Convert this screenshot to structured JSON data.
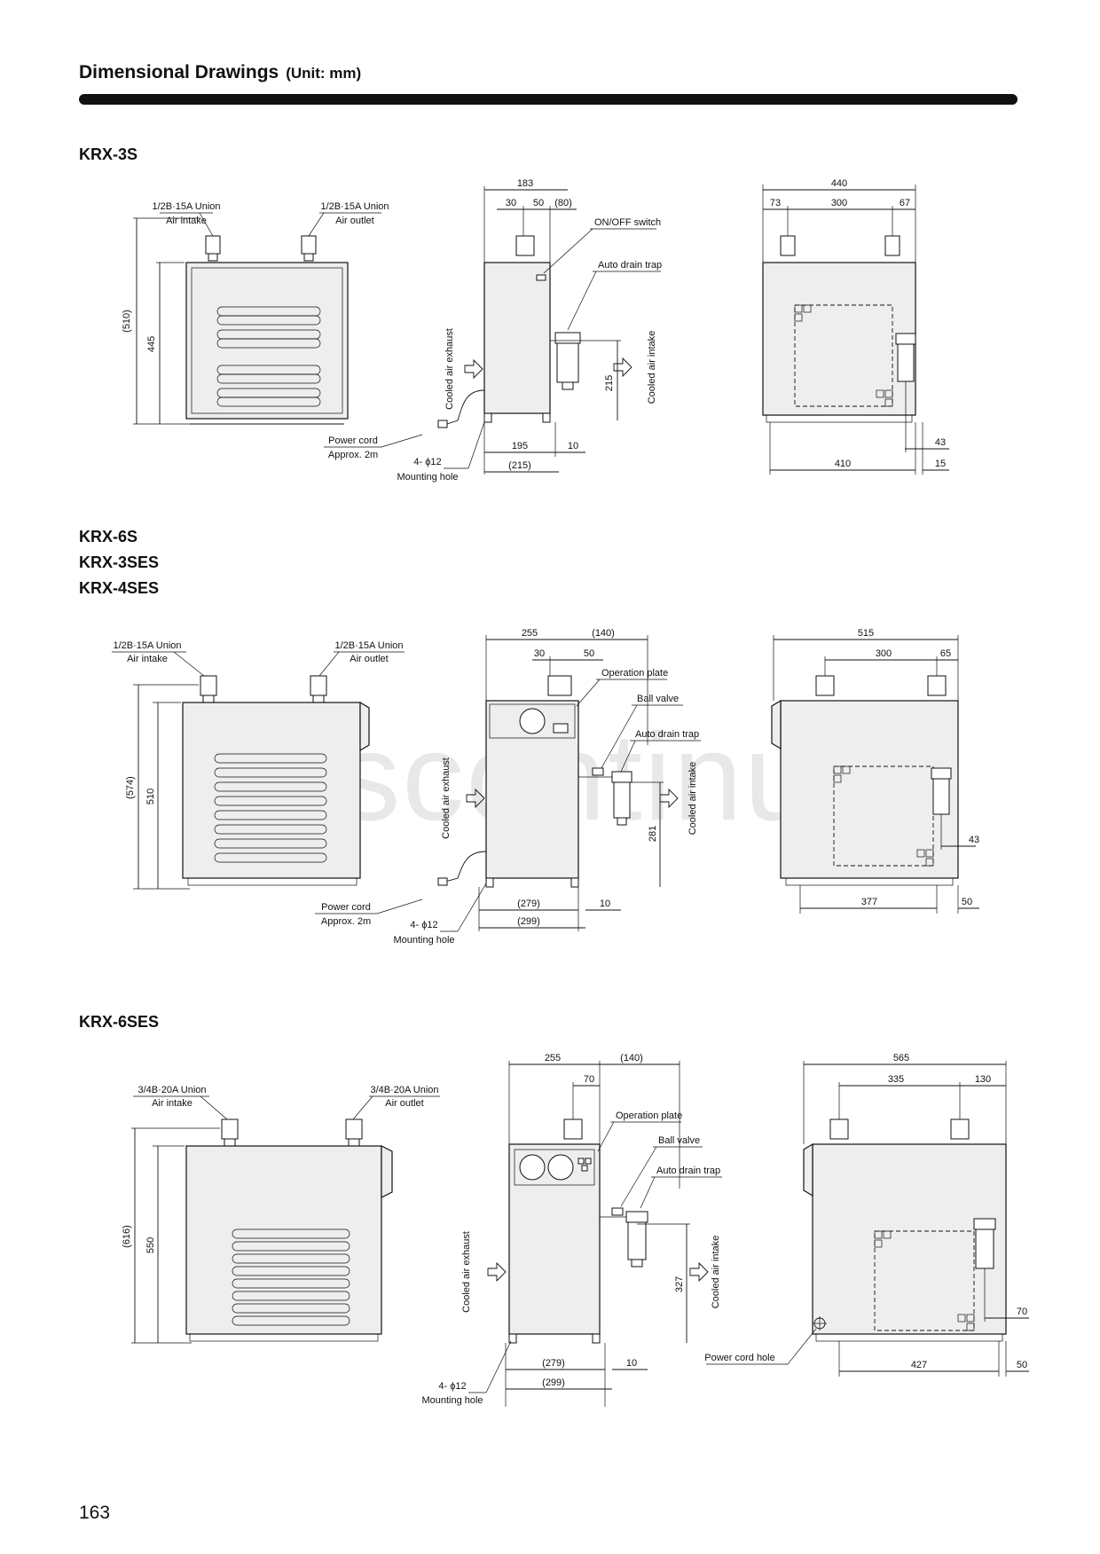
{
  "header": {
    "title": "Dimensional Drawings",
    "unit": "(Unit: mm)"
  },
  "watermark": "Discontinued",
  "page_number": "163",
  "sections": [
    {
      "models": [
        "KRX-3S"
      ],
      "front": {
        "intake_union": "1/2B·15A Union",
        "intake_label": "Air intake",
        "outlet_union": "1/2B·15A Union",
        "outlet_label": "Air outlet",
        "height_total": "(510)",
        "height_body": "445",
        "power_cord": "Power cord",
        "power_cord_len": "Approx. 2m"
      },
      "side": {
        "w_total": "183",
        "d1": "30",
        "d2": "50",
        "d3": "(80)",
        "switch": "ON/OFF switch",
        "drain": "Auto drain trap",
        "exhaust": "Cooled air exhaust",
        "intake": "Cooled air intake",
        "h_drain": "215",
        "base": "195",
        "base_total": "(215)",
        "base_off": "10",
        "holes": "4- ϕ12",
        "holes_label": "Mounting hole"
      },
      "rear": {
        "w_total": "440",
        "d1": "73",
        "d2": "300",
        "d3": "67",
        "base": "410",
        "r1": "43",
        "r2": "15"
      }
    },
    {
      "models": [
        "KRX-6S",
        "KRX-3SES",
        "KRX-4SES"
      ],
      "front": {
        "intake_union": "1/2B·15A Union",
        "intake_label": "Air intake",
        "outlet_union": "1/2B·15A Union",
        "outlet_label": "Air outlet",
        "height_total": "(574)",
        "height_body": "510",
        "power_cord": "Power cord",
        "power_cord_len": "Approx. 2m"
      },
      "side": {
        "w_total": "255",
        "w_extra": "(140)",
        "d1": "30",
        "d2": "50",
        "plate": "Operation plate",
        "valve": "Ball valve",
        "drain": "Auto drain trap",
        "exhaust": "Cooled air exhaust",
        "intake": "Cooled air intake",
        "h_drain": "281",
        "base": "(279)",
        "base_total": "(299)",
        "base_off": "10",
        "holes": "4- ϕ12",
        "holes_label": "Mounting hole"
      },
      "rear": {
        "w_total": "515",
        "d2": "300",
        "d3": "65",
        "base": "377",
        "r1": "43",
        "r2": "50"
      }
    },
    {
      "models": [
        "KRX-6SES"
      ],
      "front": {
        "intake_union": "3/4B·20A Union",
        "intake_label": "Air intake",
        "outlet_union": "3/4B·20A Union",
        "outlet_label": "Air outlet",
        "height_total": "(616)",
        "height_body": "550"
      },
      "side": {
        "w_total": "255",
        "w_extra": "(140)",
        "d1": "70",
        "plate": "Operation plate",
        "valve": "Ball valve",
        "drain": "Auto drain trap",
        "exhaust": "Cooled air exhaust",
        "intake": "Cooled air intake",
        "h_drain": "327",
        "base": "(279)",
        "base_total": "(299)",
        "base_off": "10",
        "holes": "4- ϕ12",
        "holes_label": "Mounting hole"
      },
      "rear": {
        "w_total": "565",
        "d2": "335",
        "d3": "130",
        "base": "427",
        "r1": "70",
        "r2": "50",
        "cord_hole": "Power cord hole"
      }
    }
  ]
}
